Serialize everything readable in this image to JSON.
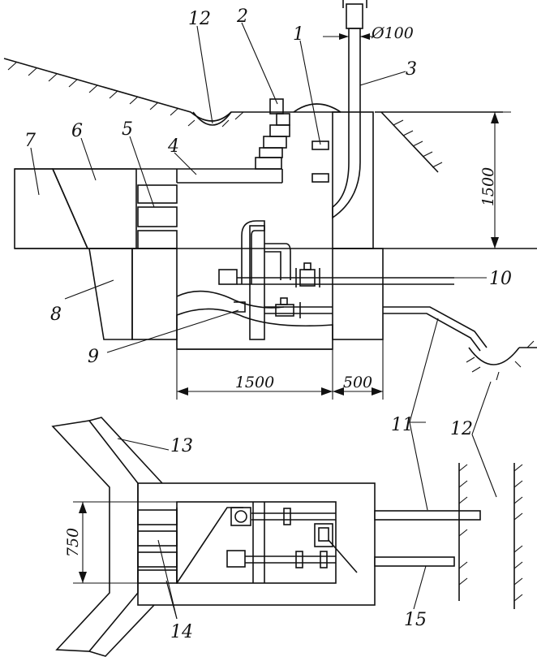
{
  "callouts": {
    "c1": "1",
    "c2": "2",
    "c3": "3",
    "c4": "4",
    "c5": "5",
    "c6": "6",
    "c7": "7",
    "c8": "8",
    "c9": "9",
    "c10": "10",
    "c11": "11",
    "c12a": "12",
    "c12b": "12",
    "c13": "13",
    "c14": "14",
    "c15": "15"
  },
  "dimensions": {
    "pipe_diameter": "Ø100",
    "depth": "1500",
    "chamber_width": "1500",
    "wall_thickness": "500",
    "plan_width": "750"
  },
  "colors": {
    "ink": "#111111",
    "paper": "#ffffff"
  }
}
